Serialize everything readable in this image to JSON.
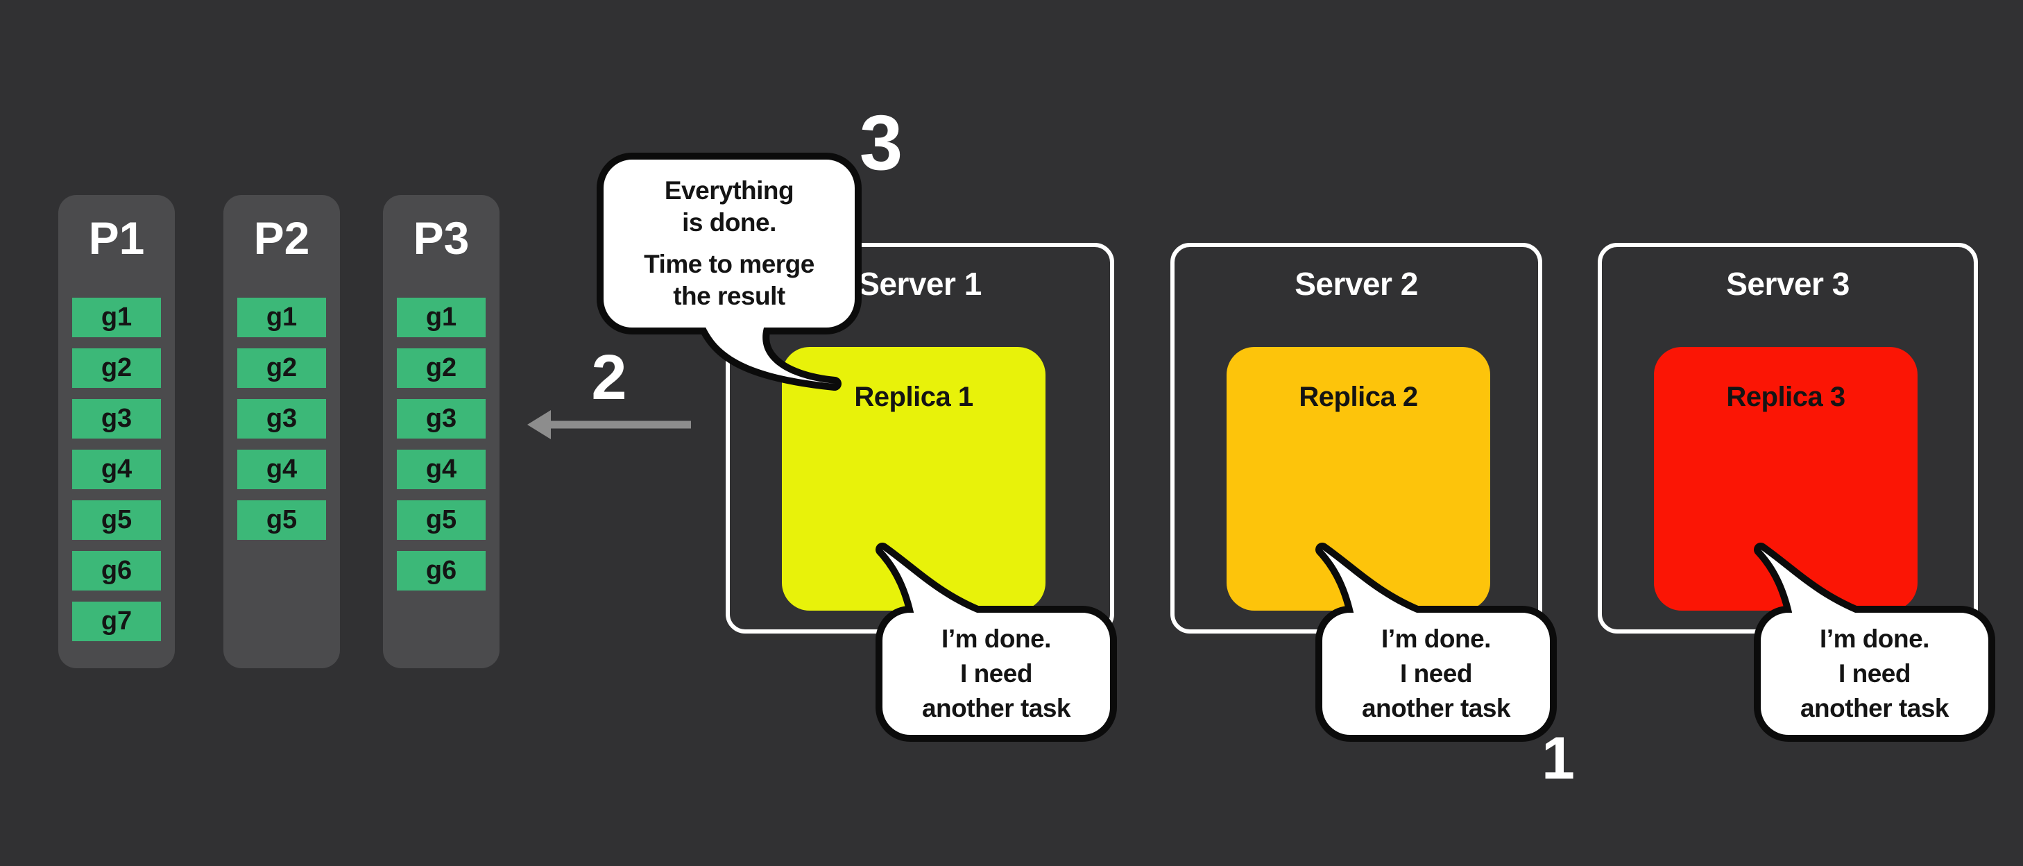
{
  "colors": {
    "background": "#313133",
    "panel": "#4b4b4d",
    "task_green": "#3cb878",
    "server_white": "#ffffff",
    "arrow_gray": "#8d8d8d",
    "bubble_fill": "#ffffff",
    "bubble_border": "#0b0b0b",
    "text_white": "#ffffff",
    "text_dark": "#141414"
  },
  "step_labels": {
    "one": "1",
    "two": "2",
    "three": "3"
  },
  "partitions": {
    "columns": [
      {
        "title": "P1",
        "tasks": [
          "g1",
          "g2",
          "g3",
          "g4",
          "g5",
          "g6",
          "g7"
        ]
      },
      {
        "title": "P2",
        "tasks": [
          "g1",
          "g2",
          "g3",
          "g4",
          "g5"
        ]
      },
      {
        "title": "P3",
        "tasks": [
          "g1",
          "g2",
          "g3",
          "g4",
          "g5",
          "g6"
        ]
      }
    ]
  },
  "servers": [
    {
      "title": "Server 1",
      "replica_label": "Replica 1",
      "replica_color": "#e8f20a",
      "bubble_lines": [
        "I’m done.",
        "I need",
        "another task"
      ]
    },
    {
      "title": "Server 2",
      "replica_label": "Replica 2",
      "replica_color": "#fdc40b",
      "bubble_lines": [
        "I’m done.",
        "I need",
        "another task"
      ]
    },
    {
      "title": "Server 3",
      "replica_label": "Replica 3",
      "replica_color": "#fb1505",
      "bubble_lines": [
        "I’m done.",
        "I need",
        "another task"
      ]
    }
  ],
  "merge_bubble": {
    "lines": [
      "Everything",
      "is done.",
      "Time to merge",
      "the result"
    ]
  }
}
